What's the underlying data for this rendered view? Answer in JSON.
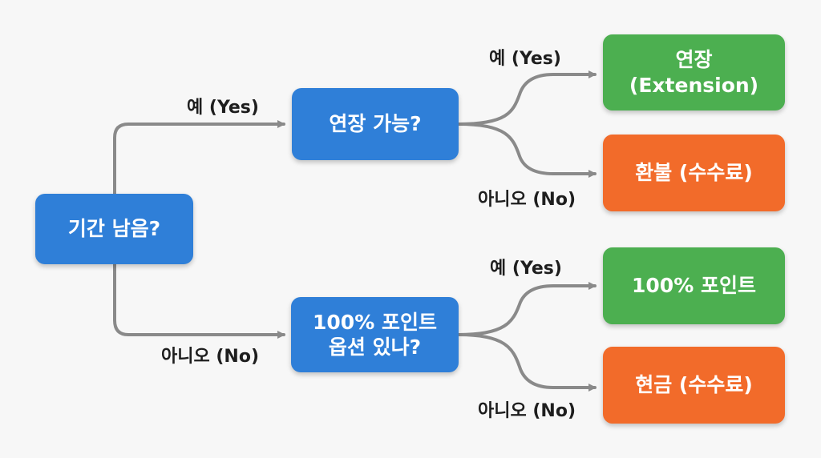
{
  "colors": {
    "background": "#f7f7f7",
    "decision": "#2f7fd8",
    "outcome_positive": "#4caf50",
    "outcome_refund": "#f26b2a",
    "connector": "#8a8a8a",
    "label_text": "#1e1e1e"
  },
  "nodes": {
    "root": "기간 남음?",
    "extension_question": "연장 가능?",
    "points_question": "100% 포인트\n옵션 있나?",
    "extension_result": "연장\n(Extension)",
    "refund_fee_result": "환불 (수수료)",
    "points_result": "100% 포인트",
    "cash_fee_result": "현금 (수수료)"
  },
  "edge_labels": {
    "root_yes": "예 (Yes)",
    "root_no": "아니오 (No)",
    "extension_yes": "예 (Yes)",
    "extension_no": "아니오 (No)",
    "points_yes": "예 (Yes)",
    "points_no": "아니오 (No)"
  }
}
